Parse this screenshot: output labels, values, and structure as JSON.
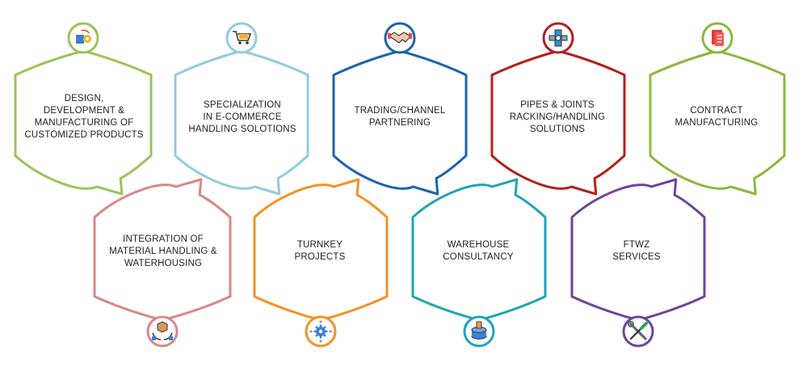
{
  "services": [
    {
      "label": "DESIGN,\nDEVELOPMENT &\nMANUFACTURING OF\nCUSTOMIZED PRODUCTS",
      "color": "#9cc35a",
      "icon": "design-settings-icon"
    },
    {
      "label": "SPECIALIZATION\nIN E-COMMERCE\nHANDLING SOLOTIONS",
      "color": "#92cbe0",
      "icon": "shopping-cart-icon"
    },
    {
      "label": "TRADING/CHANNEL\nPARTNERING",
      "color": "#1d64ad",
      "icon": "handshake-icon"
    },
    {
      "label": "PIPES & JOINTS\nRACKING/HANDLING\nSOLUTIONS",
      "color": "#b3201d",
      "icon": "pipe-joint-icon"
    },
    {
      "label": "CONTRACT\nMANUFACTURING",
      "color": "#8cb83c",
      "icon": "contract-document-icon"
    },
    {
      "label": "INTEGRATION OF\nMATERIAL HANDLING &\nWATERHOUSING",
      "color": "#d98787",
      "icon": "box-hands-icon"
    },
    {
      "label": "TURNKEY\nPROJECTS",
      "color": "#f39222",
      "icon": "project-gear-icon"
    },
    {
      "label": "WAREHOUSE\nCONSULTANCY",
      "color": "#20a4b7",
      "icon": "warehouse-database-icon"
    },
    {
      "label": "FTWZ\nSERVICES",
      "color": "#6f4598",
      "icon": "wrench-screwdriver-icon"
    }
  ]
}
